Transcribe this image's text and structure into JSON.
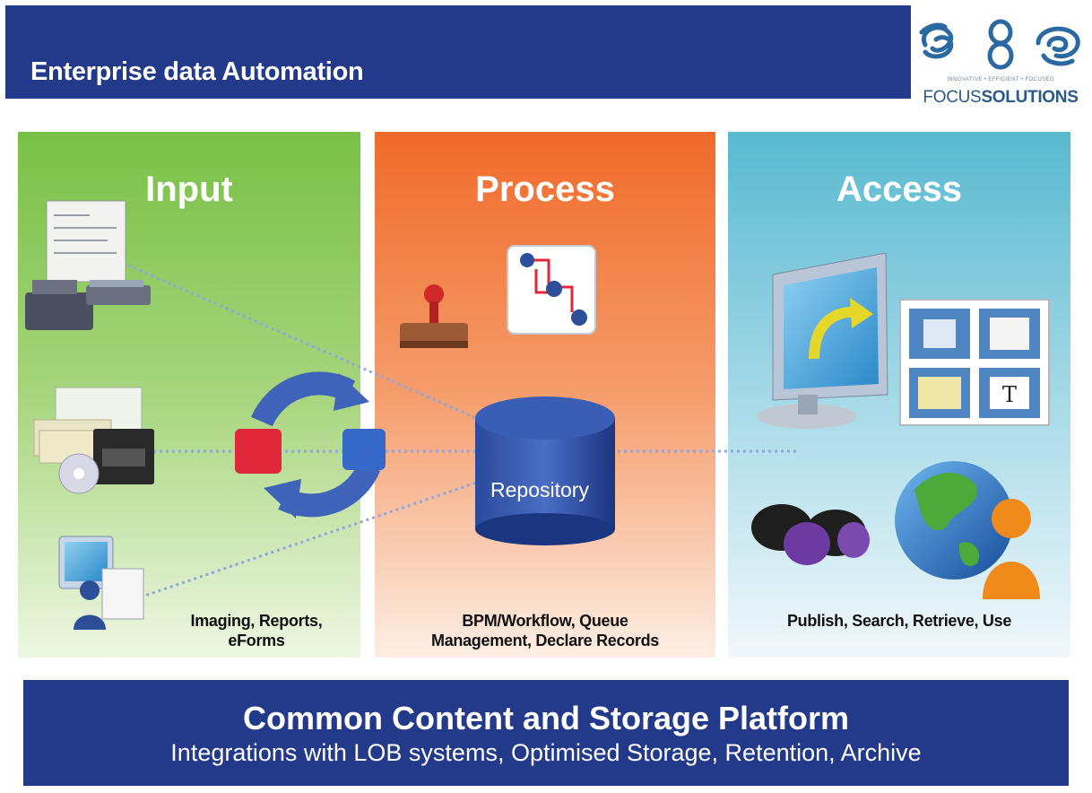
{
  "header": {
    "title": "Enterprise data Automation"
  },
  "logo": {
    "tagline": "INNOVATIVE • EFFICIENT • FOCUSED",
    "brand_light": "FOCUS",
    "brand_bold": "SOLUTIONS"
  },
  "panels": {
    "input": {
      "title": "Input",
      "caption_line1": "Imaging, Reports,",
      "caption_line2": "eForms"
    },
    "process": {
      "title": "Process",
      "caption_line1": "BPM/Workflow, Queue",
      "caption_line2": "Management, Declare Records"
    },
    "access": {
      "title": "Access",
      "caption_line1": "Publish, Search, Retrieve, Use"
    }
  },
  "repository": {
    "label": "Repository"
  },
  "footer": {
    "title": "Common Content and Storage Platform",
    "subtitle": "Integrations with LOB systems, Optimised Storage, Retention, Archive"
  },
  "icons": [
    "document-scanner-icon",
    "media-stack-icon",
    "user-workstation-icon",
    "process-cycle-icon",
    "stamp-icon",
    "workflow-icon",
    "database-icon",
    "monitor-icon",
    "thumbnail-grid-icon",
    "binoculars-icon",
    "globe-icon",
    "person-icon"
  ],
  "colors": {
    "header_bg": "#233a8a",
    "input_panel": "#79c046",
    "process_panel": "#f06a2a",
    "access_panel": "#58b9cf",
    "repository": "#1f3f8f"
  }
}
